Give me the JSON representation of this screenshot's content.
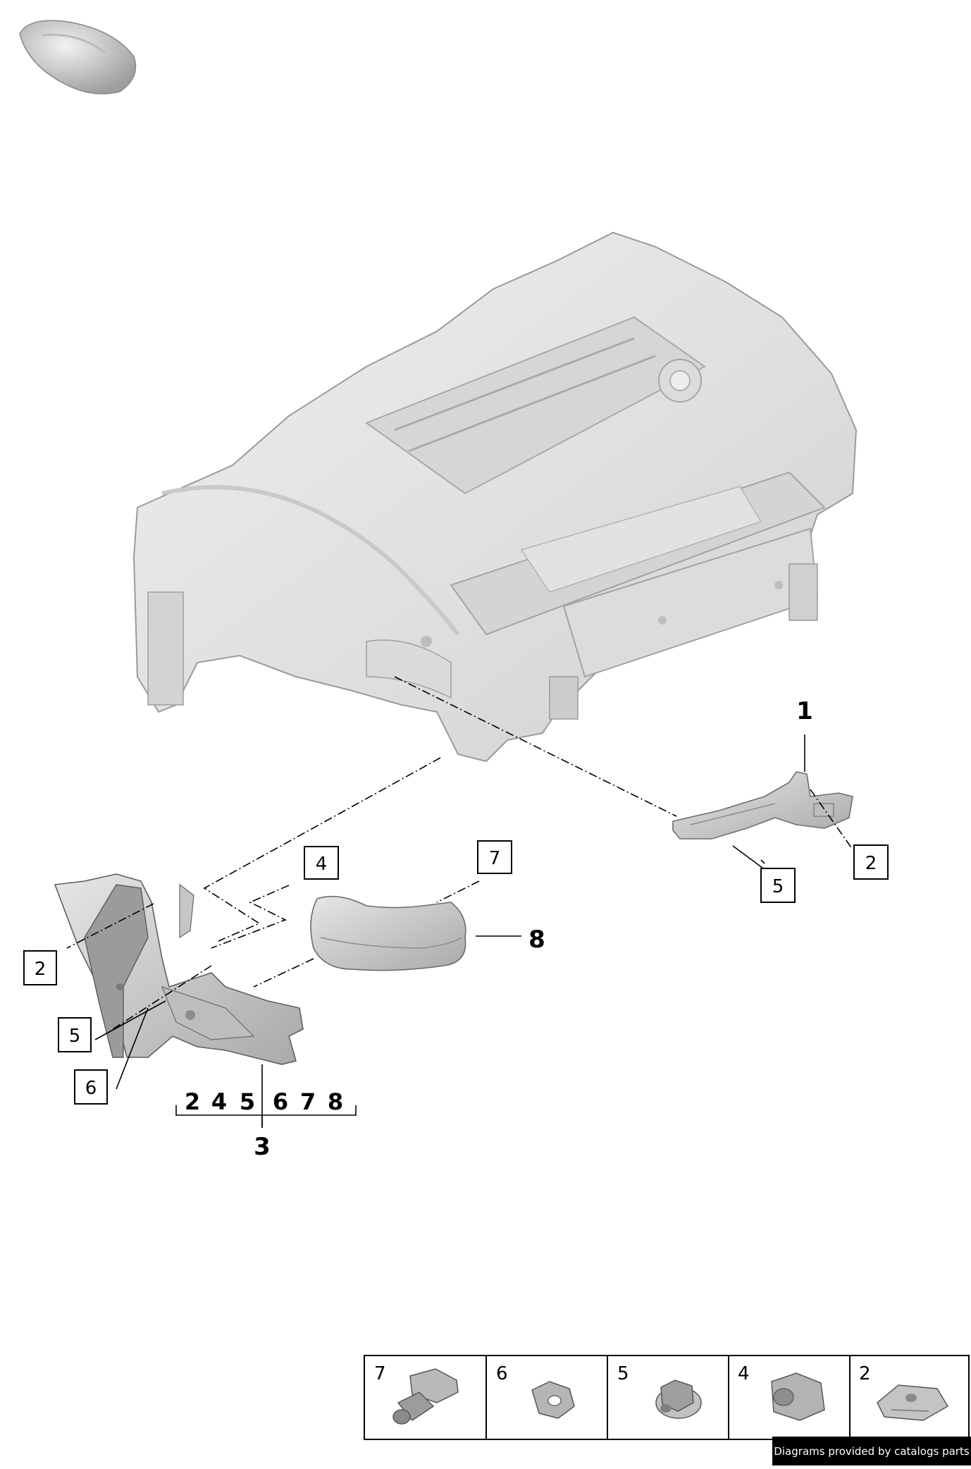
{
  "callouts": {
    "main_part": "1",
    "assembly": "3",
    "heat_shield": "8",
    "box_2_right": "2",
    "box_5_right": "5",
    "box_4": "4",
    "box_7": "7",
    "box_2_left": "2",
    "box_5_left": "5",
    "box_6_left": "6"
  },
  "assembly_list": [
    "2",
    "4",
    "5",
    "6",
    "7",
    "8"
  ],
  "fasteners": [
    {
      "number": "7",
      "icon": "screw-bolt-icon"
    },
    {
      "number": "6",
      "icon": "washer-icon"
    },
    {
      "number": "5",
      "icon": "flange-nut-icon"
    },
    {
      "number": "4",
      "icon": "hex-nut-icon"
    },
    {
      "number": "2",
      "icon": "clip-nut-icon"
    }
  ],
  "credit": "Diagrams provided by catalogs parts",
  "colors": {
    "outline": "#000000",
    "body_shell": "#e3e3e3",
    "part_fill": "#cfcfcf"
  }
}
